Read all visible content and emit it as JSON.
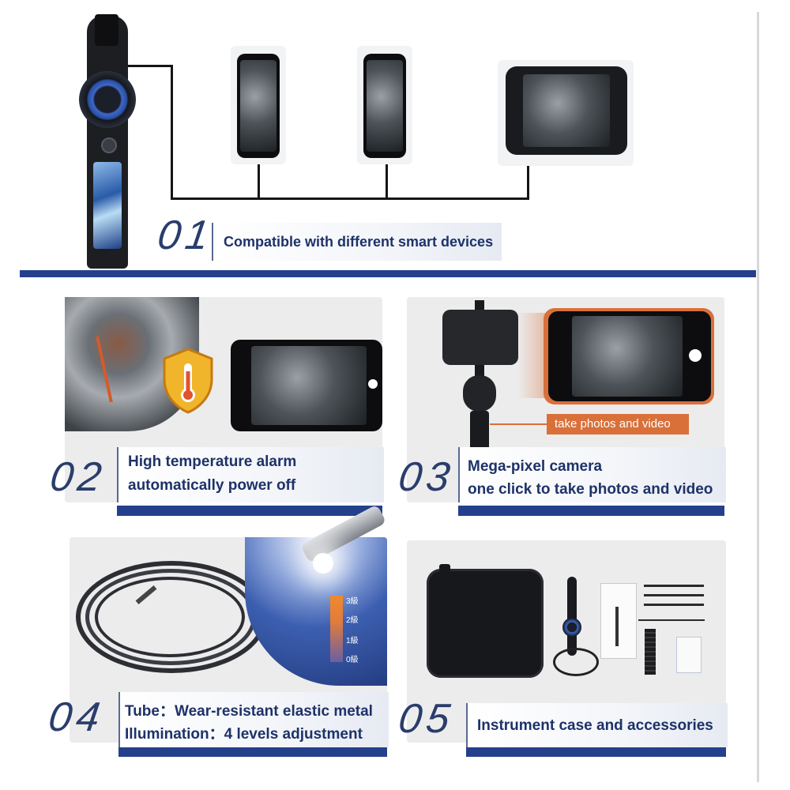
{
  "sections": [
    {
      "number": "01",
      "lines": [
        "Compatible with different smart devices"
      ]
    },
    {
      "number": "02",
      "lines": [
        "High temperature alarm",
        "automatically power off"
      ]
    },
    {
      "number": "03",
      "lines": [
        "Mega-pixel camera",
        "one click to take photos and video"
      ]
    },
    {
      "number": "04",
      "lines": [
        "Tube：Wear-resistant elastic metal",
        "Illumination：4 levels adjustment"
      ]
    },
    {
      "number": "05",
      "lines": [
        "Instrument case and accessories"
      ]
    }
  ],
  "callout": {
    "text": "take photos and video"
  },
  "illumination_levels": [
    "3級",
    "2級",
    "1級",
    "0級"
  ],
  "colors": {
    "navy": "#24408c",
    "number": "#2a3d6b",
    "label": "#1d3268",
    "orange": "#d9703a",
    "card": "#ececed"
  }
}
